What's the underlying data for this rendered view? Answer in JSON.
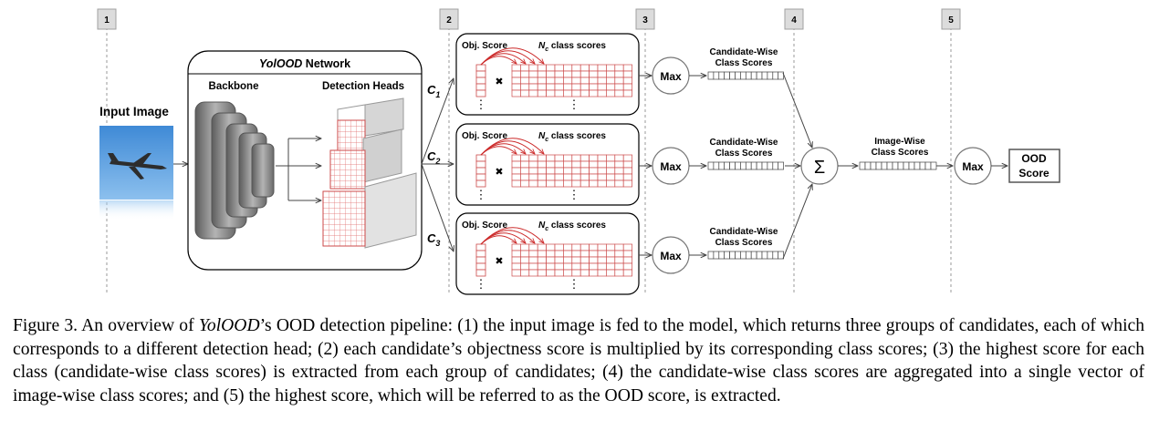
{
  "figure": {
    "steps": [
      "1",
      "2",
      "3",
      "4",
      "5"
    ],
    "input_image_label": "Input Image",
    "network_title_italic": "YolOOD",
    "network_title_rest": " Network",
    "backbone_label": "Backbone",
    "detection_heads_label": "Detection Heads",
    "candidate_groups": [
      {
        "c_label": "C",
        "c_sub": "1"
      },
      {
        "c_label": "C",
        "c_sub": "2"
      },
      {
        "c_label": "C",
        "c_sub": "3"
      }
    ],
    "obj_score_label": "Obj. Score",
    "class_scores_nc": "N",
    "class_scores_nc_sub": "c",
    "class_scores_label": " class scores",
    "multiply_symbol": "✖",
    "dots": "⋮",
    "max_label": "Max",
    "candidate_wise_line1": "Candidate-Wise",
    "candidate_wise_line2": "Class Scores",
    "sum_symbol": "Σ",
    "image_wise_line1": "Image-Wise",
    "image_wise_line2": "Class Scores",
    "ood_line1": "OOD",
    "ood_line2": "Score",
    "colors": {
      "grid_red": "#e06a6a",
      "arrow_red": "#cc2a2a",
      "sky_blue": "#5a9fdc",
      "panel_gray": "#c8c8c8"
    }
  },
  "caption": {
    "prefix": "Figure 3.  An overview of ",
    "name_italic": "YolOOD",
    "suffix": "’s OOD detection pipeline: (1) the input image is fed to the model, which returns three groups of candidates, each of which corresponds to a different detection head; (2) each candidate’s objectness score is multiplied by its corresponding class scores; (3) the highest score for each class (candidate-wise class scores) is extracted from each group of candidates; (4) the candidate-wise class scores are aggregated into a single vector of image-wise class scores; and (5) the highest score, which will be referred to as the OOD score, is extracted."
  }
}
